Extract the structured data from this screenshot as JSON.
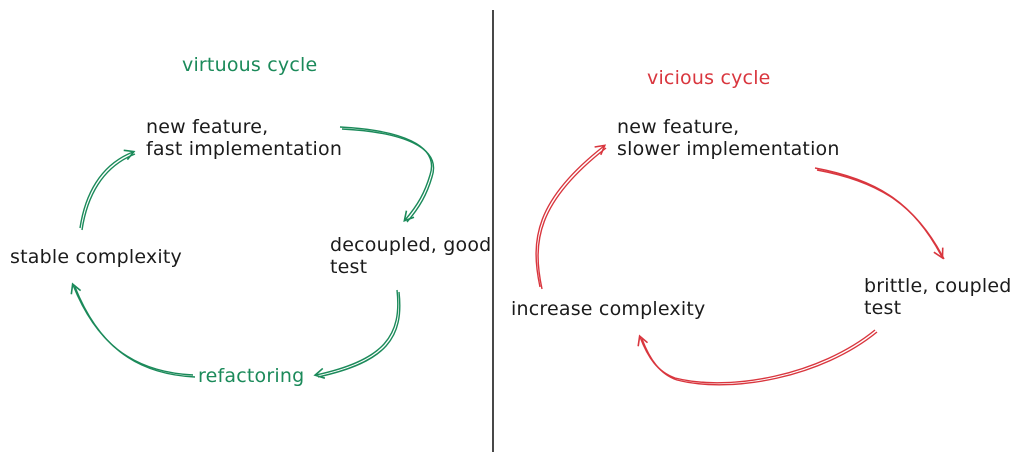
{
  "colors": {
    "virtuous": "#1b8a5a",
    "vicious": "#d9363e",
    "text": "#1b1b1b",
    "divider": "#1b1b1b"
  },
  "virtuous": {
    "title": "virtuous cycle",
    "node_top": [
      "new feature,",
      "fast implementation"
    ],
    "node_right": [
      "decoupled, good",
      "test"
    ],
    "node_bottom": "refactoring",
    "node_left": "stable complexity"
  },
  "vicious": {
    "title": "vicious cycle",
    "node_top": [
      "new feature,",
      "slower implementation"
    ],
    "node_right": [
      "brittle, coupled",
      "test"
    ],
    "node_left": "increase complexity"
  }
}
